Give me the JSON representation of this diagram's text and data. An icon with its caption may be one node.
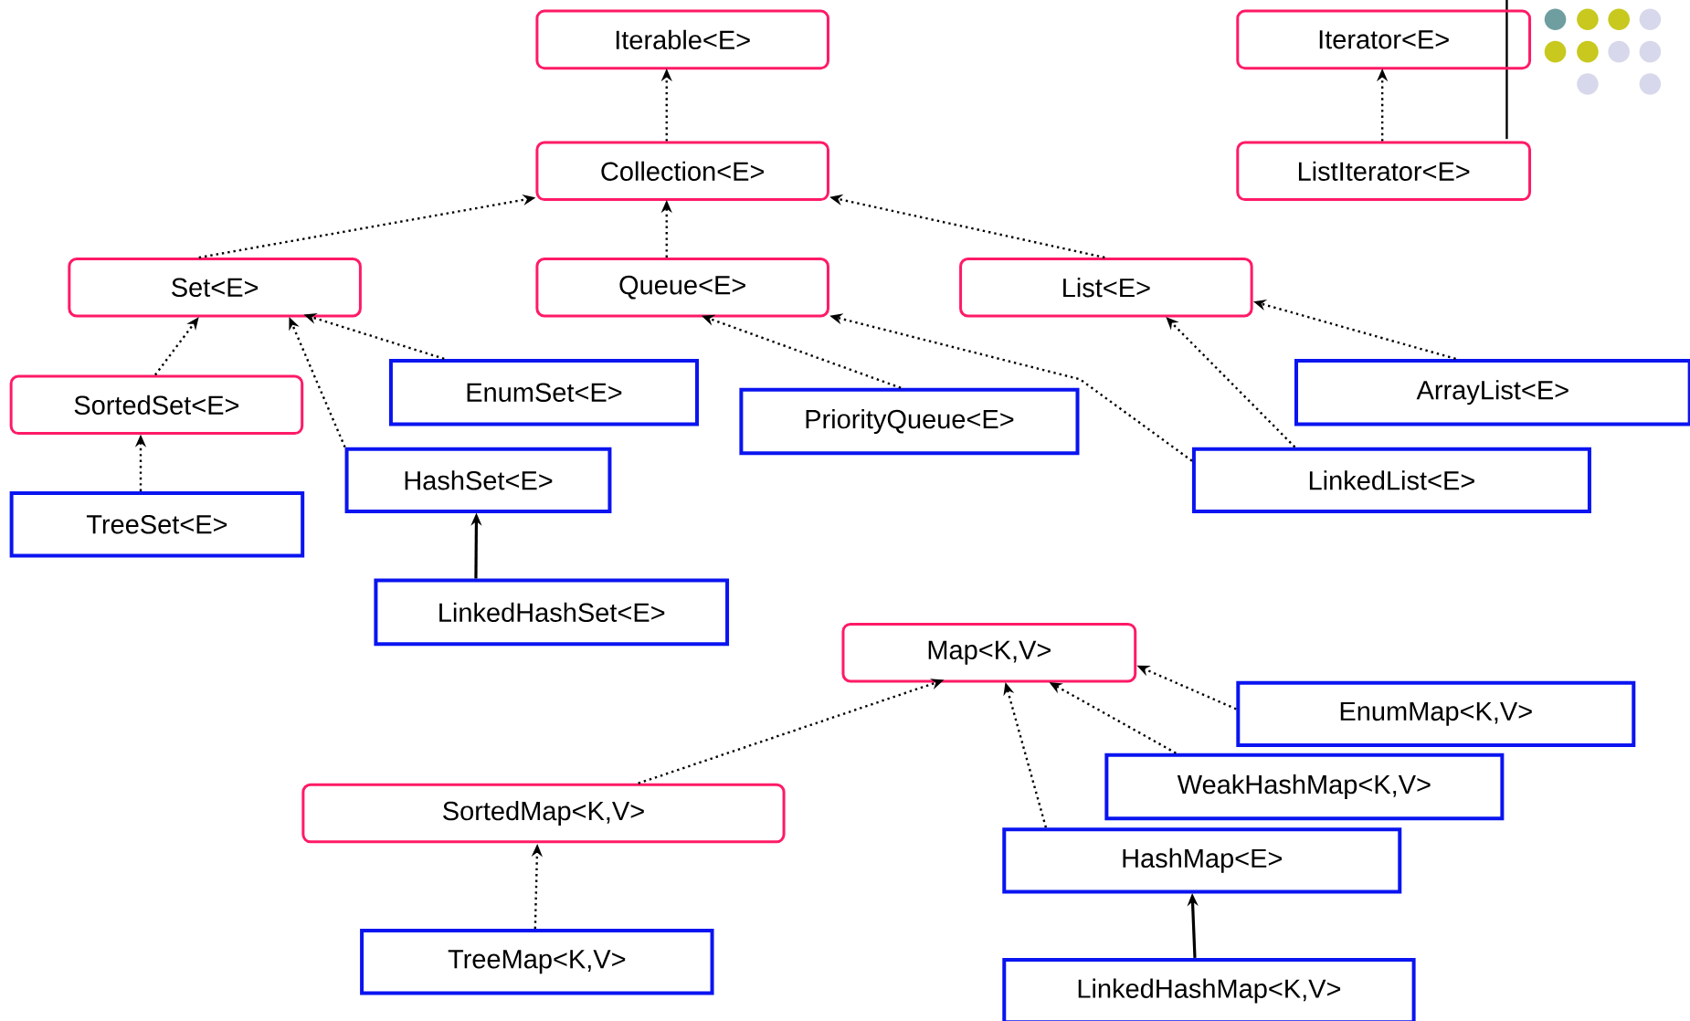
{
  "diagram": {
    "nodes": [
      {
        "text": [
          "Iterable<E>"
        ]
      },
      {
        "text": [
          "Iterator<E>"
        ]
      },
      {
        "text": [
          "Collection<E>"
        ]
      },
      {
        "text": [
          "ListIterator<E>"
        ]
      },
      {
        "text": [
          "Set<E>"
        ]
      },
      {
        "text": [
          "Queue<E>"
        ]
      },
      {
        "text": [
          "List<E>"
        ]
      },
      {
        "text": [
          "SortedSet<E>"
        ]
      },
      {
        "text": [
          "EnumSet<E>"
        ]
      },
      {
        "text": [
          "PriorityQueue<E>"
        ]
      },
      {
        "text": [
          "ArrayList<E>"
        ]
      },
      {
        "text": [
          "HashSet<E>"
        ]
      },
      {
        "text": [
          "LinkedList<E>"
        ]
      },
      {
        "text": [
          "TreeSet<E>"
        ]
      },
      {
        "text": [
          "LinkedHashSet<E>"
        ]
      },
      {
        "text": [
          "Map<K,V>"
        ]
      },
      {
        "text": [
          "EnumMap<K,V>"
        ]
      },
      {
        "text": [
          "WeakHashMap<K,V>"
        ]
      },
      {
        "text": [
          "SortedMap<K,V>"
        ]
      },
      {
        "text": [
          "HashMap<E>"
        ]
      },
      {
        "text": [
          "TreeMap<K,V>"
        ]
      },
      {
        "text": [
          "LinkedHashMap<K,V>"
        ]
      }
    ],
    "edges": [
      {
        "from": 2,
        "to": 0,
        "arrow": "to",
        "style": "dashed"
      },
      {
        "from": 3,
        "to": 1,
        "arrow": "to",
        "style": "dashed"
      },
      {
        "from": 4,
        "to": 2,
        "arrow": "to",
        "style": "dashed"
      },
      {
        "from": 5,
        "to": 2,
        "arrow": "to",
        "style": "dashed"
      },
      {
        "from": 6,
        "to": 2,
        "arrow": "to",
        "style": "dashed"
      },
      {
        "from": 7,
        "to": 4,
        "arrow": "to",
        "style": "dashed"
      },
      {
        "from": 8,
        "to": 4,
        "arrow": "to",
        "style": "dashed"
      },
      {
        "from": 11,
        "to": 4,
        "arrow": "to",
        "style": "dashed"
      },
      {
        "from": 9,
        "to": 5,
        "arrow": "to",
        "style": "dashed"
      },
      {
        "from": 12,
        "to": 5,
        "arrow": "to",
        "style": "dashed"
      },
      {
        "from": 12,
        "to": 6,
        "arrow": "to",
        "style": "dashed"
      },
      {
        "from": 10,
        "to": 6,
        "arrow": "to",
        "style": "dashed"
      },
      {
        "from": 13,
        "to": 7,
        "arrow": "to",
        "style": "dashed"
      },
      {
        "from": 14,
        "to": 11,
        "arrow": "to"
      },
      {
        "from": 18,
        "to": 15,
        "arrow": "to",
        "style": "dashed"
      },
      {
        "from": 19,
        "to": 15,
        "arrow": "to",
        "style": "dashed"
      },
      {
        "from": 17,
        "to": 15,
        "arrow": "to",
        "style": "dashed"
      },
      {
        "from": 16,
        "to": 15,
        "arrow": "to",
        "style": "dashed"
      },
      {
        "from": 20,
        "to": 18,
        "arrow": "to",
        "style": "dashed"
      },
      {
        "from": 21,
        "to": 19,
        "arrow": "to"
      }
    ]
  }
}
